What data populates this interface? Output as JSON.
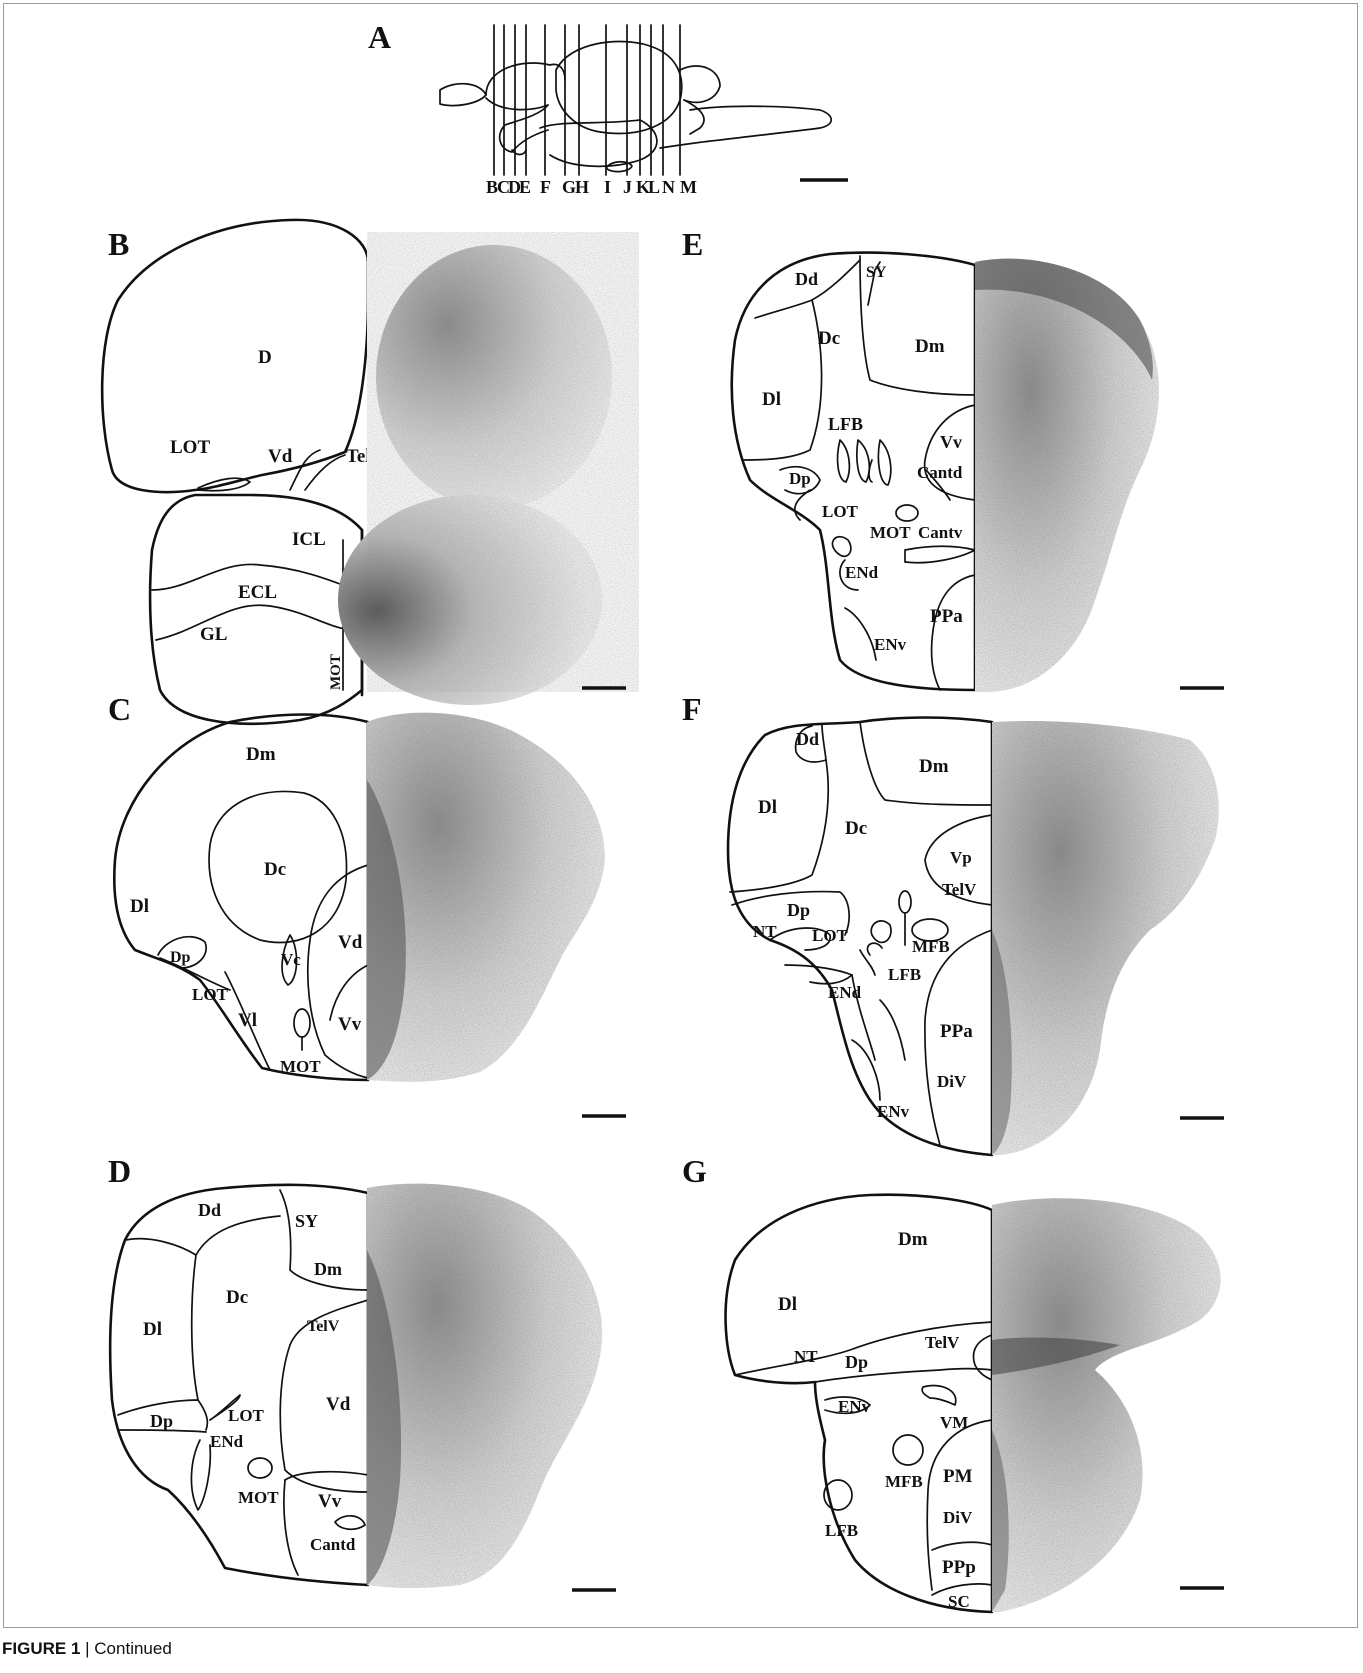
{
  "caption": {
    "figure": "FIGURE 1",
    "separator": " | ",
    "text": "Continued"
  },
  "panel_a": {
    "letter": "A",
    "section_labels": [
      "B",
      "C",
      "D",
      "E",
      "F",
      "G",
      "H",
      "I",
      "J",
      "K",
      "L",
      "N",
      "M"
    ]
  },
  "panels": {
    "B": {
      "letter": "B",
      "labels": [
        "D",
        "LOT",
        "Vd",
        "TelV",
        "ICL",
        "ECL",
        "GL",
        "MOT"
      ]
    },
    "C": {
      "letter": "C",
      "labels": [
        "Dm",
        "Dl",
        "Dc",
        "Dp",
        "LOT",
        "Vc",
        "Vd",
        "Vl",
        "Vv",
        "MOT"
      ]
    },
    "D": {
      "letter": "D",
      "labels": [
        "Dd",
        "SY",
        "Dm",
        "Dc",
        "Dl",
        "TelV",
        "Vd",
        "Dp",
        "LOT",
        "ENd",
        "MOT",
        "Vv",
        "Cantd"
      ]
    },
    "E": {
      "letter": "E",
      "labels": [
        "SY",
        "Dd",
        "Dc",
        "Dm",
        "Dl",
        "LFB",
        "Vv",
        "Cantd",
        "Dp",
        "LOT",
        "MOT",
        "Cantv",
        "ENd",
        "PPa",
        "ENv"
      ]
    },
    "F": {
      "letter": "F",
      "labels": [
        "Dd",
        "Dm",
        "Dl",
        "Dc",
        "Vp",
        "TelV",
        "Dp",
        "NT",
        "LOT",
        "MFB",
        "LFB",
        "ENd",
        "PPa",
        "DiV",
        "ENv"
      ]
    },
    "G": {
      "letter": "G",
      "labels": [
        "Dm",
        "Dl",
        "TelV",
        "NT",
        "Dp",
        "VM",
        "ENv",
        "MFB",
        "PM",
        "LFB",
        "DiV",
        "PPp",
        "SC"
      ]
    }
  },
  "colors": {
    "outline": "#111111",
    "stain_light": "#e6e6e6",
    "stain_dark": "#3a3a3a",
    "frame": "#9a9a9a"
  }
}
